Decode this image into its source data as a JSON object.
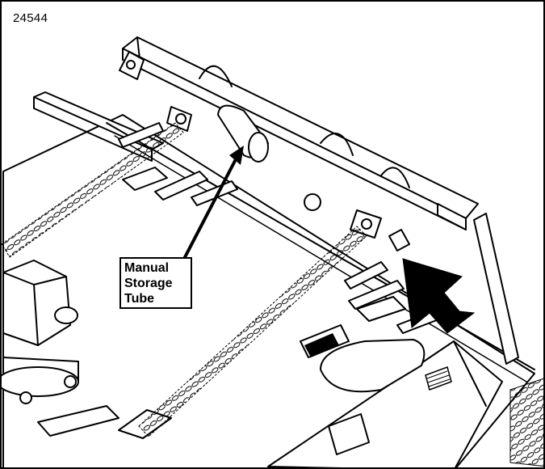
{
  "figure": {
    "id": "24544"
  },
  "callout": {
    "line1": "Manual",
    "line2": "Storage",
    "line3": "Tube"
  },
  "icons": [
    "flag-decal-icon",
    "warning-decal-icon",
    "arrow-icon"
  ]
}
